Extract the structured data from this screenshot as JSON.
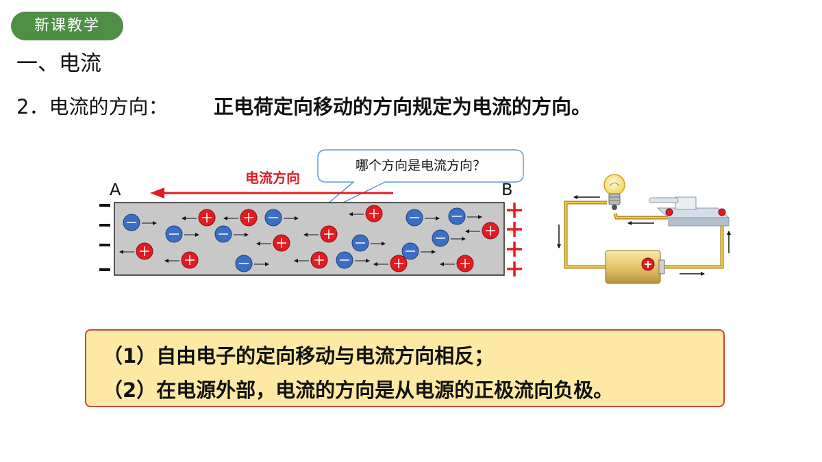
{
  "header": {
    "badge": "新课教学"
  },
  "section": {
    "title": "一、电流",
    "subheading": "2．电流的方向：",
    "definition": "正电荷定向移动的方向规定为电流的方向。"
  },
  "diagram": {
    "callout": "哪个方向是电流方向？",
    "direction_label": "电流方向",
    "end_a": "A",
    "end_b": "B",
    "colors": {
      "positive_charge": "#e31b23",
      "electron": "#3b6fc4",
      "conductor": "#c8c8c8",
      "arrow": "#e31b23",
      "wire": "#e6b422"
    },
    "icons": [
      "conductor-bar",
      "positive-charge-icon",
      "electron-icon",
      "bulb-icon",
      "switch-icon",
      "battery-icon"
    ]
  },
  "summary": {
    "line1": "（1）自由电子的定向移动与电流方向相反；",
    "line2": "（2）在电源外部，电流的方向是从电源的正极流向负极。"
  },
  "colors": {
    "badge_bg": "#4e8f45",
    "box_bg": "#fde9a4",
    "box_border": "#c8473c"
  }
}
